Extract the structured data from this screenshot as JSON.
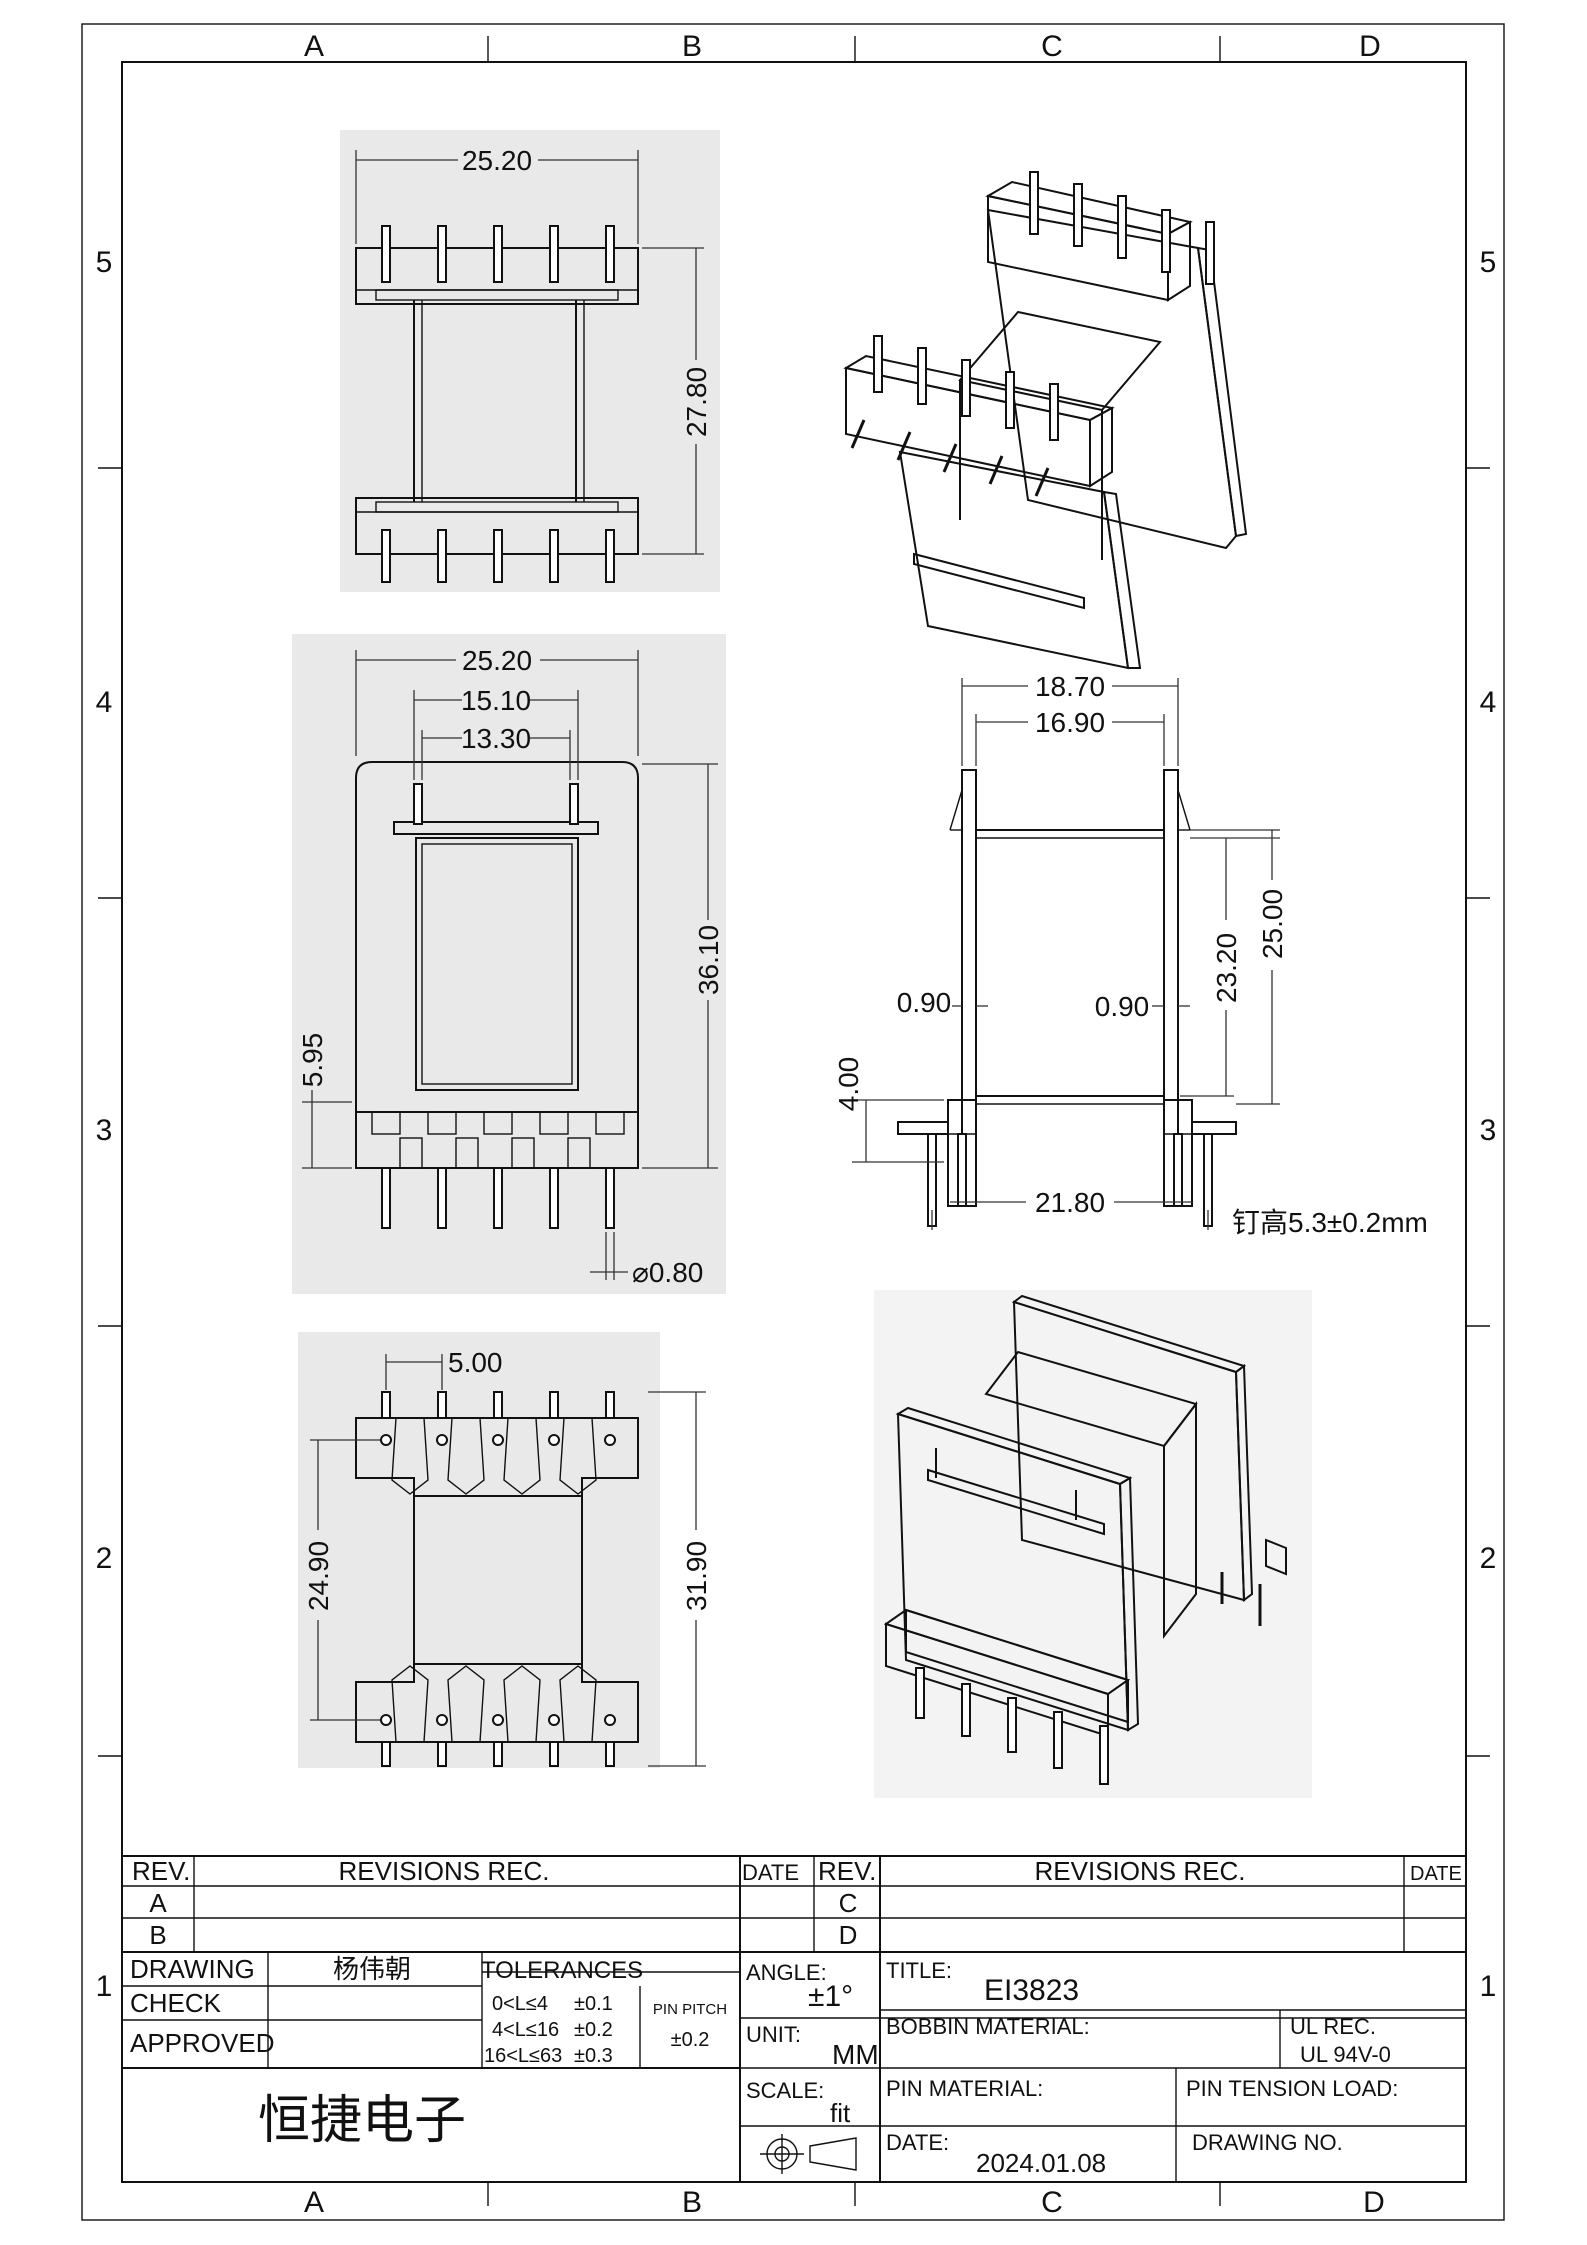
{
  "frame": {
    "cols": [
      "A",
      "B",
      "C",
      "D"
    ],
    "rows": [
      "5",
      "4",
      "3",
      "2",
      "1"
    ]
  },
  "dims": {
    "top_width": "25.20",
    "top_height": "27.80",
    "front_width": "25.20",
    "front_15": "15.10",
    "front_13": "13.30",
    "front_height": "36.10",
    "front_595": "5.95",
    "pin_dia": "⌀0.80",
    "side_1870": "18.70",
    "side_1690": "16.90",
    "side_2320": "23.20",
    "side_2500": "25.00",
    "side_090_left": "0.90",
    "side_090_right": "0.90",
    "side_400": "4.00",
    "side_2180": "21.80",
    "pin_height_note": "钉高5.3±0.2mm",
    "pitch": "5.00",
    "bottom_2490": "24.90",
    "bottom_3190": "31.90"
  },
  "title_block": {
    "rev_header": "REV.",
    "revisions_rec": "REVISIONS REC.",
    "date_header": "DATE",
    "rev_a": "A",
    "rev_b": "B",
    "rev_c": "C",
    "rev_d": "D",
    "drawing_label": "DRAWING",
    "drawing_value": "杨伟朝",
    "check_label": "CHECK",
    "approved_label": "APPROVED",
    "tolerances_label": "TOLERANCES",
    "tol_rows": [
      {
        "range": "0<L≤4",
        "tol": "±0.1"
      },
      {
        "range": "4<L≤16",
        "tol": "±0.2"
      },
      {
        "range": "16<L≤63",
        "tol": "±0.3"
      }
    ],
    "pin_pitch_label": "PIN PITCH",
    "pin_pitch_value": "±0.2",
    "angle_label": "ANGLE:",
    "angle_value": "±1°",
    "unit_label": "UNIT:",
    "unit_value": "MM",
    "scale_label": "SCALE:",
    "scale_value": "fit",
    "title_label": "TITLE:",
    "title_value": "EI3823",
    "bobbin_material_label": "BOBBIN MATERIAL:",
    "ul_rec_label": "UL REC.",
    "ul_rec_value": "UL 94V-0",
    "pin_material_label": "PIN MATERIAL:",
    "pin_tension_label": "PIN TENSION LOAD:",
    "date_label": "DATE:",
    "date_value": "2024.01.08",
    "drawing_no_label": "DRAWING NO.",
    "company": "恒捷电子"
  }
}
